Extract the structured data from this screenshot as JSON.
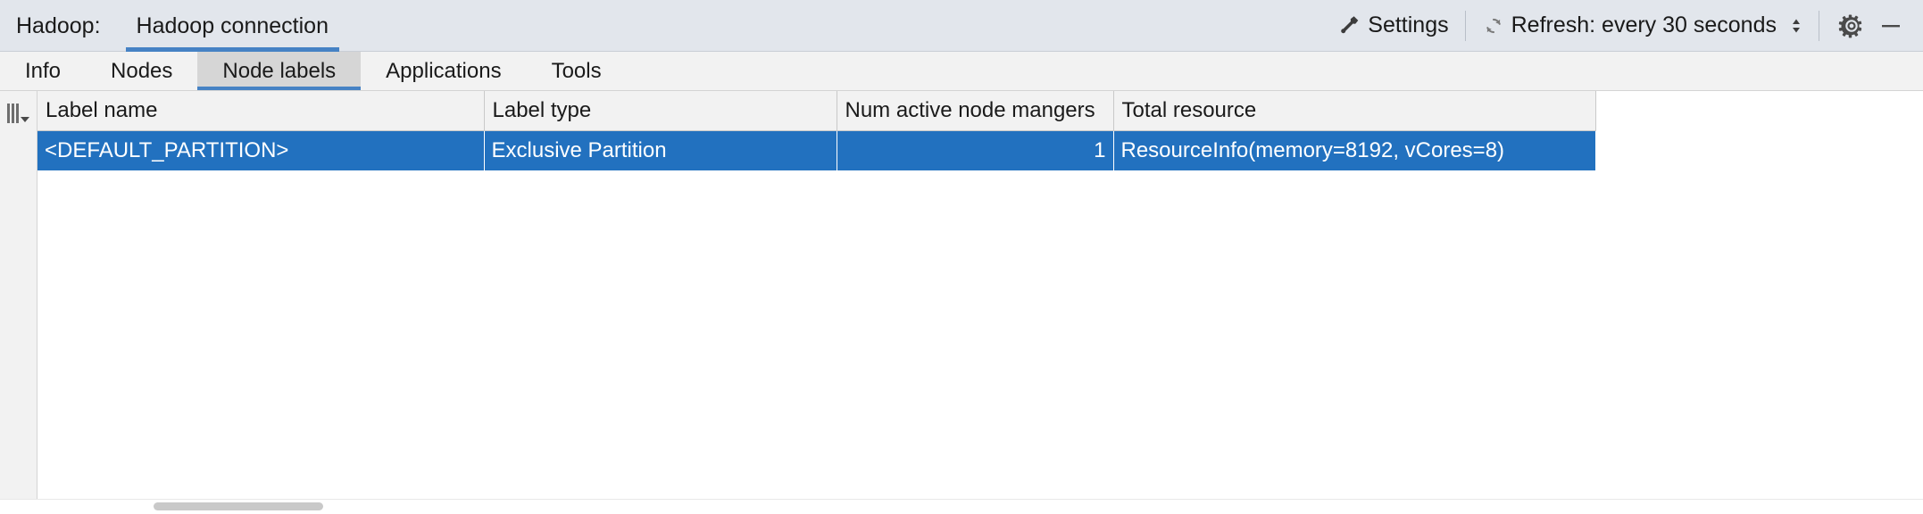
{
  "window": {
    "title_prefix": "Hadoop:",
    "active_connection_tab": "Hadoop connection",
    "accent_color": "#4682c4",
    "selection_color": "#2271bf"
  },
  "toolbar": {
    "settings_label": "Settings",
    "settings_icon": "wrench-icon",
    "refresh_label": "Refresh: every 30 seconds",
    "refresh_icon": "refresh-icon",
    "refresh_stepper_icon": "stepper-updown-icon",
    "gear_icon": "gear-icon",
    "minimize_icon": "minimize-icon"
  },
  "tabs": [
    {
      "label": "Info",
      "selected": false
    },
    {
      "label": "Nodes",
      "selected": false
    },
    {
      "label": "Node labels",
      "selected": true
    },
    {
      "label": "Applications",
      "selected": false
    },
    {
      "label": "Tools",
      "selected": false
    }
  ],
  "gutter": {
    "columns_handle_icon": "columns-settings-icon"
  },
  "table": {
    "columns": [
      "Label name",
      "Label type",
      "Num active node mangers",
      "Total resource"
    ],
    "rows": [
      {
        "selected": true,
        "label_name": "<DEFAULT_PARTITION>",
        "label_type": "Exclusive Partition",
        "num_active_node_mangers": "1",
        "total_resource": "ResourceInfo(memory=8192, vCores=8)"
      }
    ]
  }
}
